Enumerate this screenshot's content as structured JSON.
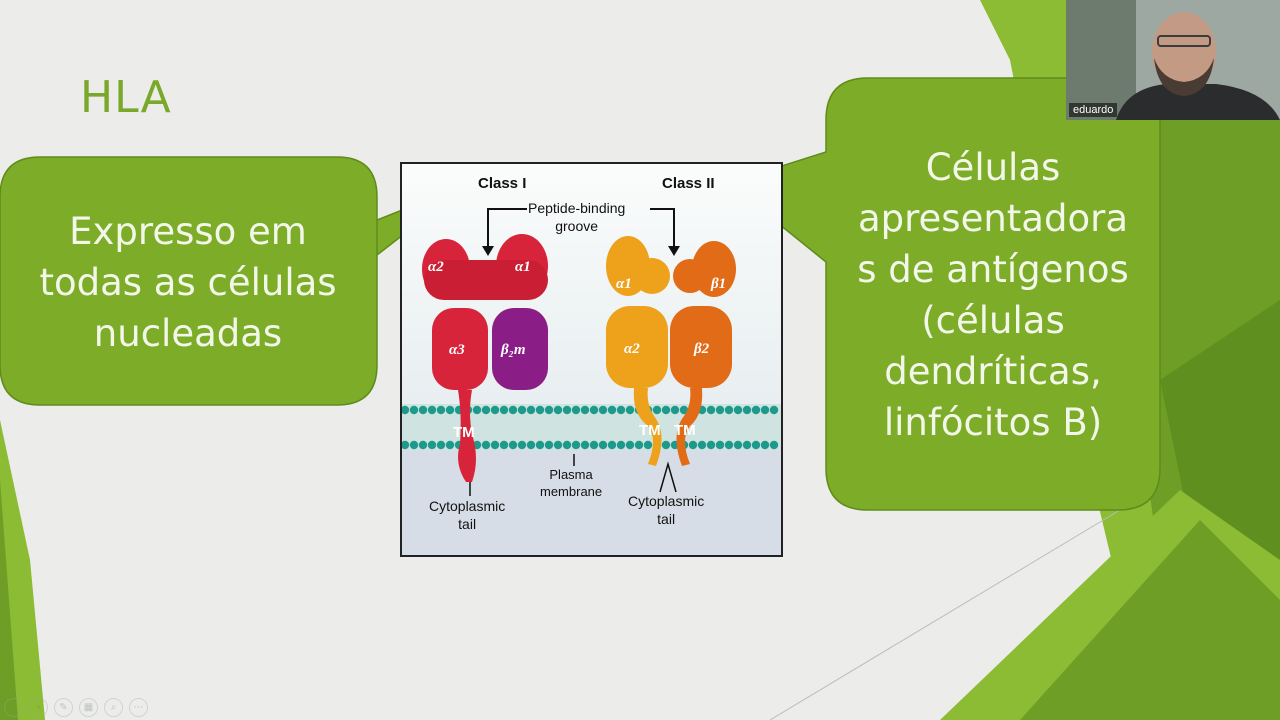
{
  "slide": {
    "title": "HLA",
    "callout_left": [
      "Expresso em",
      "todas as células",
      "nucleadas"
    ],
    "callout_right": [
      "Células",
      "apresentadora",
      "s de antígenos",
      "(células",
      "dendríticas,",
      "linfócitos B)"
    ]
  },
  "figure": {
    "class_i": "Class I",
    "class_ii": "Class II",
    "groove": [
      "Peptide-binding",
      "groove"
    ],
    "domains_i": {
      "a2": "α2",
      "a1": "α1",
      "a3": "α3",
      "b2m": "β₂m",
      "tm": "TM"
    },
    "domains_ii": {
      "a1": "α1",
      "b1": "β1",
      "a2": "α2",
      "b2": "β2",
      "tm1": "TM",
      "tm2": "TM"
    },
    "cyto_left": [
      "Cytoplasmic",
      "tail"
    ],
    "membrane": [
      "Plasma",
      "membrane"
    ],
    "cyto_right": [
      "Cytoplasmic",
      "tail"
    ]
  },
  "webcam": {
    "name": "eduardo"
  },
  "colors": {
    "green_dark": "#7aa82a",
    "green_callout": "#7dac28",
    "class_i_red": "#d8243a",
    "b2m_purple": "#8a1d86",
    "class_ii_orange": "#eea21c",
    "class_ii_darkorange": "#e26b17",
    "membrane_teal": "#1d9a8c"
  },
  "toolbar": {
    "icons": [
      "prev-icon",
      "next-icon",
      "pen-icon",
      "slides-icon",
      "zoom-icon",
      "more-icon"
    ]
  }
}
